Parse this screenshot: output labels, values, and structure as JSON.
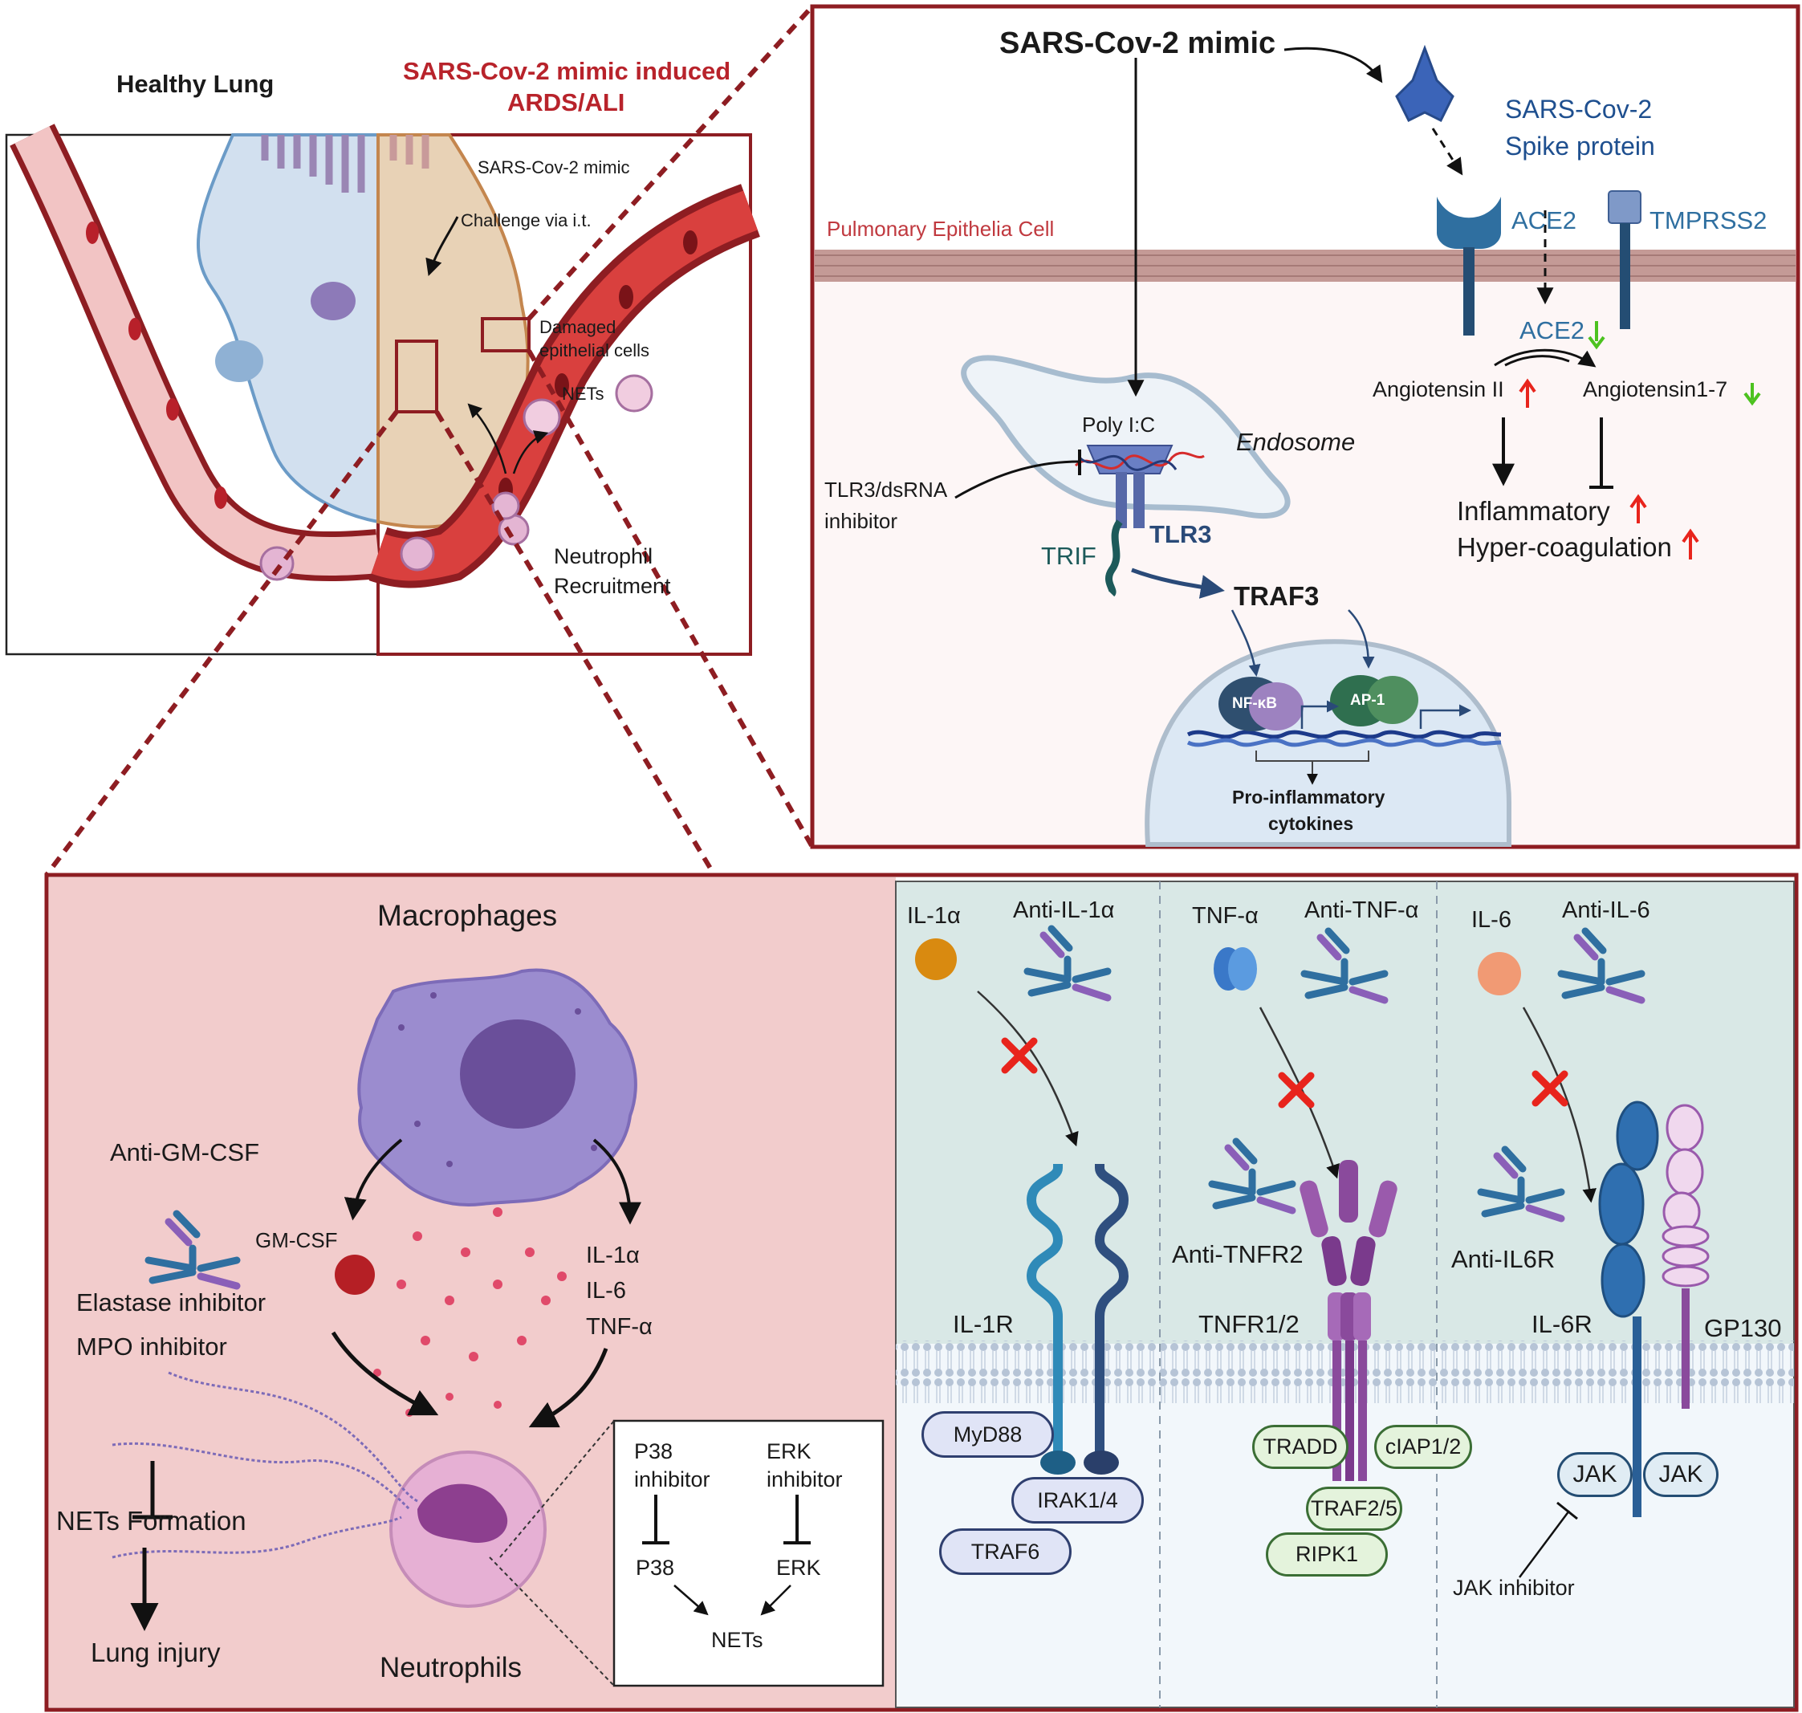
{
  "lung": {
    "healthy_title": "Healthy Lung",
    "ards_title_line1": "SARS-Cov-2 mimic induced",
    "ards_title_line2": "ARDS/ALI",
    "challenge_line1": "SARS-Cov-2 mimic",
    "challenge_line2": "Challenge via i.t.",
    "damaged_line1": "Damaged",
    "damaged_line2": "epithelial cells",
    "nets": "NETs",
    "recruit_line1": "Neutrophil",
    "recruit_line2": "Recruitment"
  },
  "epithelial": {
    "mimic_title": "SARS-Cov-2 mimic",
    "spike_line1": "SARS-Cov-2",
    "spike_line2": "Spike protein",
    "cell_label": "Pulmonary Epithelia Cell",
    "ace2": "ACE2",
    "tmprss2": "TMPRSS2",
    "ace2_inner": "ACE2",
    "angiotensin_ii": "Angiotensin II",
    "angiotensin_17": "Angiotensin1-7",
    "inflammatory": "Inflammatory",
    "hypercoag": "Hyper-coagulation",
    "polyic": "Poly I:C",
    "endosome": "Endosome",
    "tlr3_inhib_line1": "TLR3/dsRNA",
    "tlr3_inhib_line2": "inhibitor",
    "trif": "TRIF",
    "tlr3": "TLR3",
    "traf3": "TRAF3",
    "nfkb": "NF-κB",
    "ap1": "AP-1",
    "proinfl_line1": "Pro-inflammatory",
    "proinfl_line2": "cytokines"
  },
  "macrophage": {
    "title": "Macrophages",
    "anti_gmcsf": "Anti-GM-CSF",
    "gmcsf": "GM-CSF",
    "il1a": "IL-1α",
    "il6": "IL-6",
    "tnfa": "TNF-α",
    "elastase": "Elastase inhibitor",
    "mpo": "MPO inhibitor",
    "nets_formation": "NETs Formation",
    "lung_injury": "Lung injury",
    "neutrophils": "Neutrophils",
    "p38_inhib_line1": "P38",
    "p38_inhib_line2": "inhibitor",
    "erk_inhib_line1": "ERK",
    "erk_inhib_line2": "inhibitor",
    "p38": "P38",
    "erk": "ERK",
    "nets": "NETs"
  },
  "receptors": {
    "il1a": "IL-1α",
    "anti_il1a": "Anti-IL-1α",
    "tnfa": "TNF-α",
    "anti_tnfa": "Anti-TNF-α",
    "il6": "IL-6",
    "anti_il6": "Anti-IL-6",
    "anti_tnfr2": "Anti-TNFR2",
    "anti_il6r": "Anti-IL6R",
    "il1r": "IL-1R",
    "tnfr12": "TNFR1/2",
    "il6r": "IL-6R",
    "gp130": "GP130",
    "myd88": "MyD88",
    "irak": "IRAK1/4",
    "traf6": "TRAF6",
    "tradd": "TRADD",
    "ciap": "cIAP1/2",
    "traf25": "TRAF2/5",
    "ripk1": "RIPK1",
    "jak_left": "JAK",
    "jak_right": "JAK",
    "jak_inhib": "JAK inhibitor"
  },
  "colors": {
    "frame_red": "#8e1d22",
    "title_red": "#b8232b",
    "membrane": "#c49a96",
    "receptor_blue": "#2f6fa0",
    "receptor_purple": "#8a4a9c",
    "il1a_ball": "#d98a10",
    "il6_ball": "#f19a74",
    "up_arrow": "#e8241c",
    "down_arrow": "#4cc21f"
  }
}
